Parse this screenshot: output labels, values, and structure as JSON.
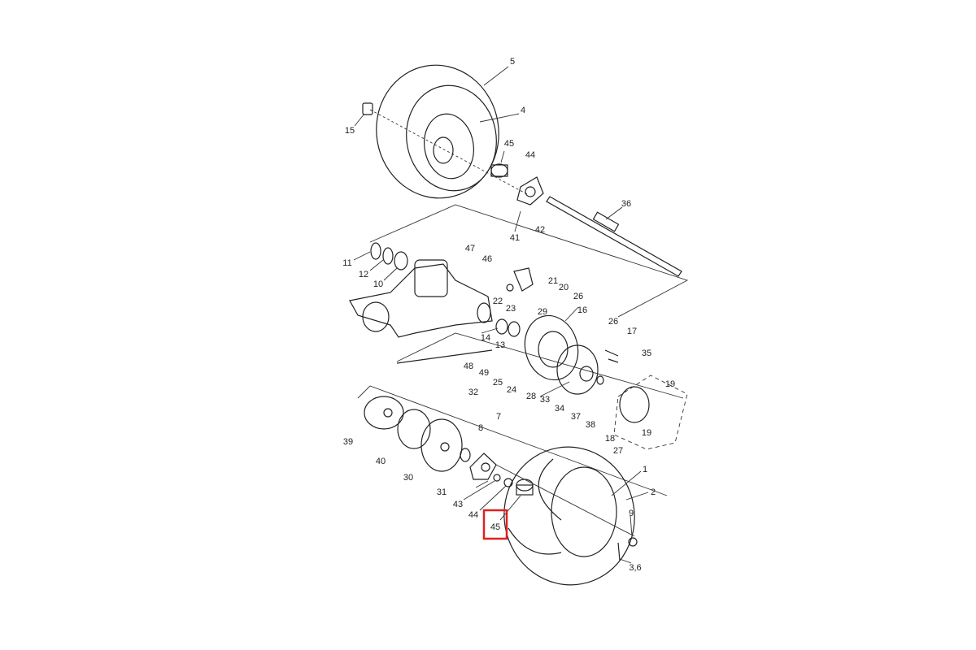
{
  "diagram": {
    "title": "Rear wheel / rear arm exploded parts diagram",
    "highlight_color": "#e02020",
    "highlighted_part": "45",
    "labels": [
      "5",
      "4",
      "15",
      "45",
      "44",
      "36",
      "42",
      "41",
      "11",
      "12",
      "10",
      "47",
      "46",
      "21",
      "20",
      "22",
      "23",
      "26",
      "29",
      "16",
      "14",
      "13",
      "26",
      "17",
      "48",
      "49",
      "25",
      "35",
      "24",
      "28",
      "33",
      "34",
      "37",
      "38",
      "19",
      "19",
      "18",
      "27",
      "32",
      "7",
      "8",
      "39",
      "40",
      "30",
      "31",
      "43",
      "44",
      "45",
      "1",
      "2",
      "9",
      "3,6"
    ]
  }
}
